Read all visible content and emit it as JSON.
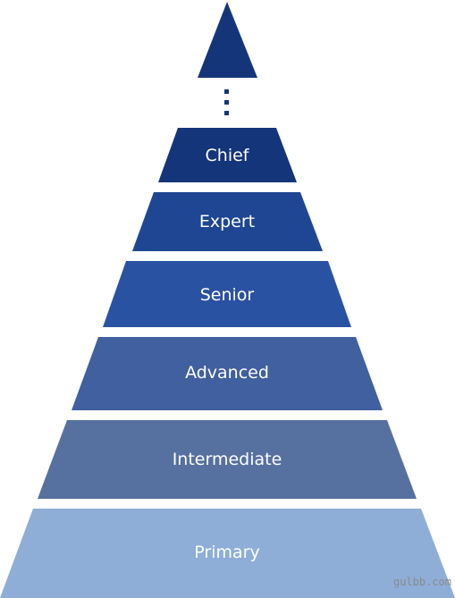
{
  "pyramid": {
    "levels": [
      {
        "name": "chief",
        "label": "Chief",
        "color": "#14357a"
      },
      {
        "name": "expert",
        "label": "Expert",
        "color": "#1e4693"
      },
      {
        "name": "senior",
        "label": "Senior",
        "color": "#2a52a3"
      },
      {
        "name": "advanced",
        "label": "Advanced",
        "color": "#40609f"
      },
      {
        "name": "intermediate",
        "label": "Intermediate",
        "color": "#5670a0"
      },
      {
        "name": "primary",
        "label": "Primary",
        "color": "#8eaed8"
      }
    ],
    "apex_color": "#14357a",
    "connector_color": "#14357a"
  },
  "watermark": "gulbb.com"
}
